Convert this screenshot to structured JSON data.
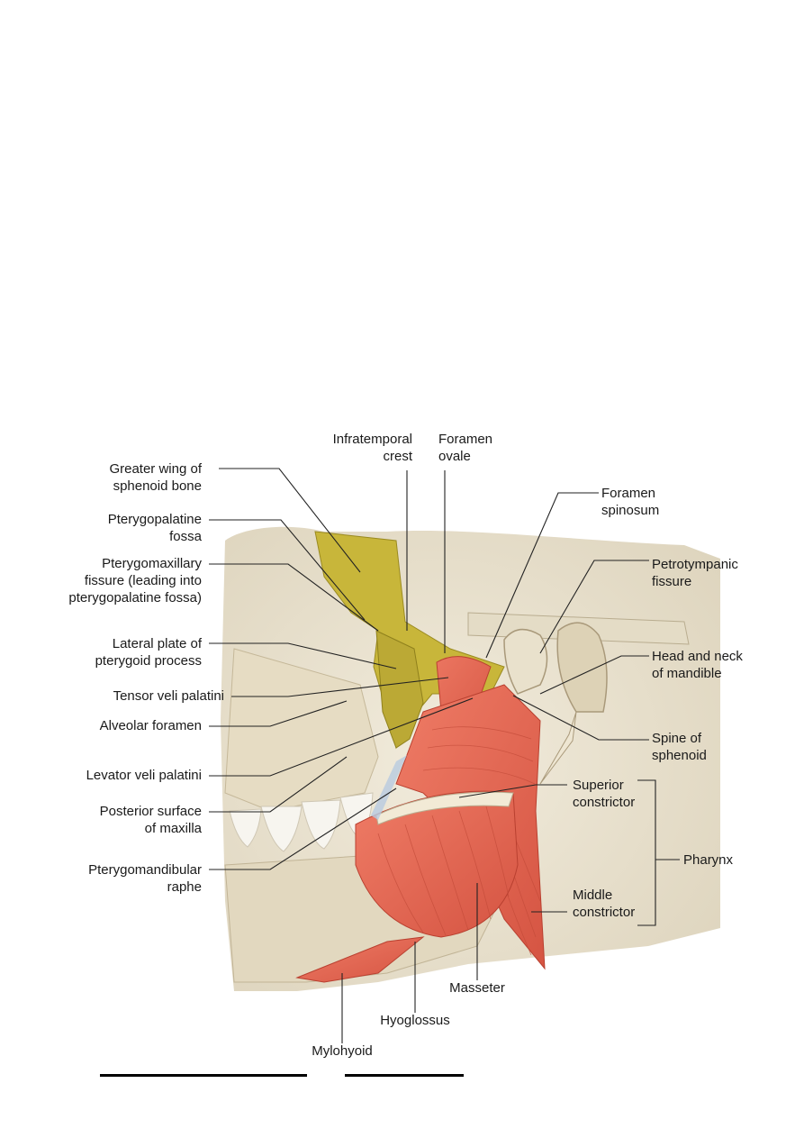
{
  "labels": {
    "infratemporal_crest": "Infratemporal\ncrest",
    "foramen_ovale": "Foramen\novale",
    "greater_wing": "Greater wing of\nsphenoid bone",
    "pterygopalatine_fossa": "Pterygopalatine\nfossa",
    "pterygomaxillary_fissure": "Pterygomaxillary\nfissure (leading into\npterygopalatine fossa)",
    "lateral_plate": "Lateral plate of\npterygoid process",
    "tensor_veli_palatini": "Tensor veli palatini",
    "alveolar_foramen": "Alveolar foramen",
    "levator_veli_palatini": "Levator veli palatini",
    "posterior_surface_maxilla": "Posterior surface\nof maxilla",
    "pterygomandibular_raphe": "Pterygomandibular\nraphe",
    "foramen_spinosum": "Foramen\nspinosum",
    "petrotympanic_fissure": "Petrotympanic\nfissure",
    "head_neck_mandible": "Head and neck\nof mandible",
    "spine_sphenoid": "Spine of\nsphenoid",
    "superior_constrictor": "Superior\nconstrictor",
    "pharynx": "Pharynx",
    "middle_constrictor": "Middle\nconstrictor",
    "masseter": "Masseter",
    "hyoglossus": "Hyoglossus",
    "mylohyoid": "Mylohyoid"
  },
  "colors": {
    "bone": "#e8dfcb",
    "bone_shadow": "#cfc3a6",
    "sphenoid": "#c8b63a",
    "muscle": "#e86a55",
    "muscle_dark": "#c94a3a",
    "teeth": "#f7f5ef",
    "leader": "#222222"
  }
}
